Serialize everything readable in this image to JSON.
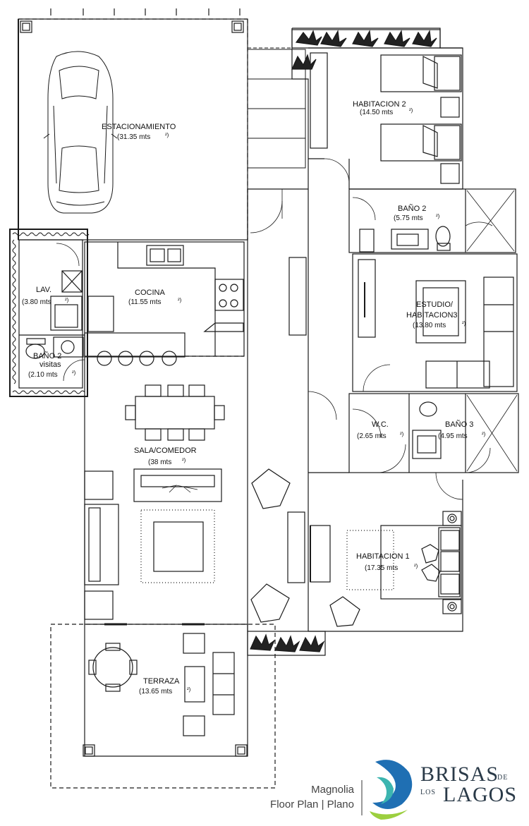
{
  "rooms": {
    "estacionamiento": {
      "name": "ESTACIONAMIENTO",
      "area": "(31.35 mts",
      "unit": "²)"
    },
    "habitacion2": {
      "name": "HABITACION 2",
      "area": "(14.50 mts",
      "unit": "²)"
    },
    "bano2_top": {
      "name": "BAÑO 2",
      "area": "(5.75 mts",
      "unit": "²)"
    },
    "lav": {
      "name": "LAV.",
      "area": "(3.80 mts",
      "unit": "²)"
    },
    "cocina": {
      "name": "COCINA",
      "area": "(11.55 mts",
      "unit": "²)"
    },
    "estudio": {
      "name_line1": "ESTUDIO/",
      "name_line2": "HABITACION3",
      "area": "(13.80 mts",
      "unit": "²)"
    },
    "bano2_visitas": {
      "name_line1": "BAÑO 2",
      "name_line2": "visitas",
      "area": "(2.10 mts",
      "unit": "²)"
    },
    "wc": {
      "name": "W.C.",
      "area": "(2.65 mts",
      "unit": "²)"
    },
    "bano3": {
      "name": "BAÑO 3",
      "area": "(4.95 mts",
      "unit": "²)"
    },
    "sala": {
      "name": "SALA/COMEDOR",
      "area": "(38 mts",
      "unit": "²)"
    },
    "habitacion1": {
      "name": "HABITACION 1",
      "area": "(17.35 mts",
      "unit": "²)"
    },
    "terraza": {
      "name": "TERRAZA",
      "area": "(13.65 mts",
      "unit": "²)"
    }
  },
  "caption": {
    "model": "Magnolia",
    "subtitle": "Floor Plan | Plano"
  },
  "logo": {
    "brisas": "BRISAS",
    "de": "DE",
    "los": "LOS",
    "lagos": "LAGOS"
  },
  "colors": {
    "line": "#1a1a1a",
    "logo_text": "#2a3a48",
    "logo_wave_blue": "#1f6fb3",
    "logo_wave_teal": "#3cb5b0",
    "logo_wave_green": "#9ccf3f"
  }
}
